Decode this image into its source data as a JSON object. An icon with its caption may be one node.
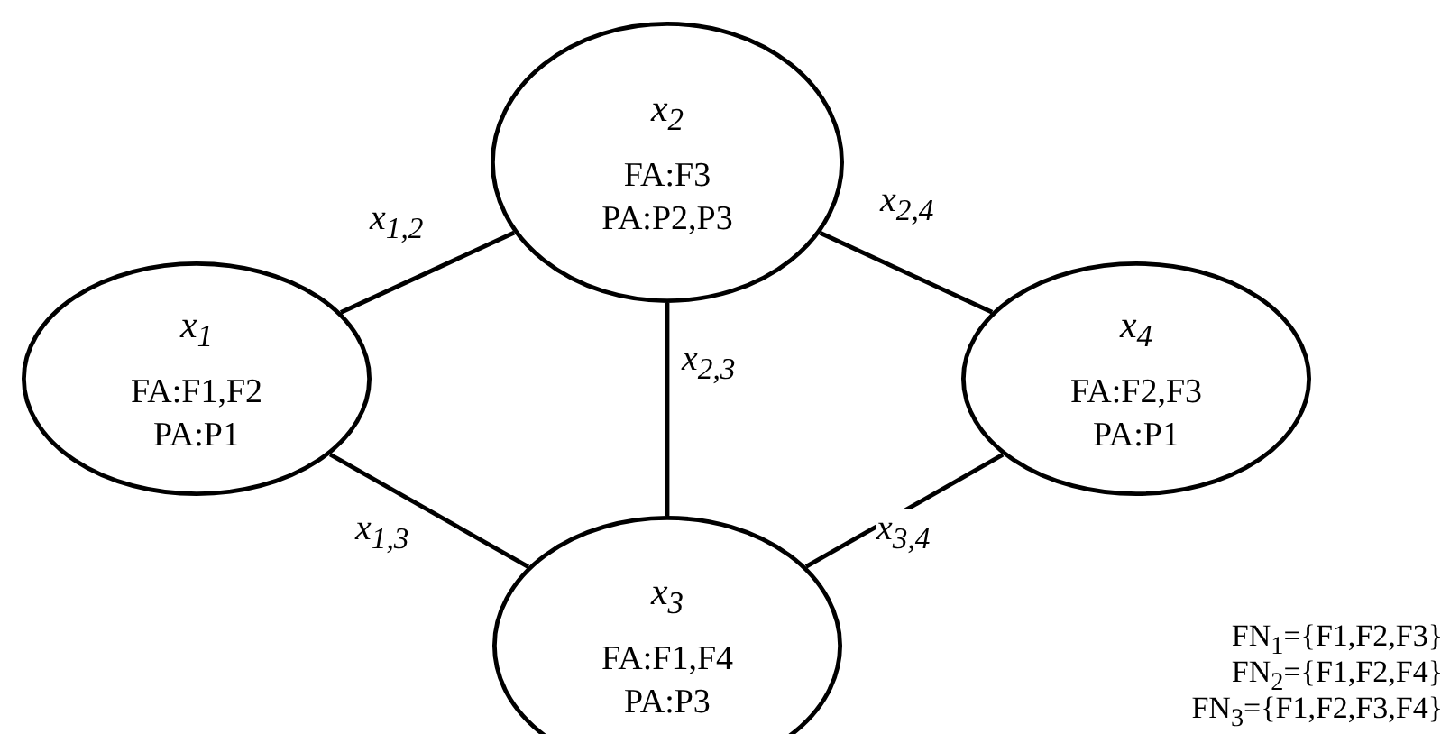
{
  "diagram": {
    "nodes": [
      {
        "text": [
          "x$_{1}$",
          "FA:F1,F2",
          "PA:P1"
        ]
      },
      {
        "text": [
          "x$_{2}$",
          "FA:F3",
          "PA:P2,P3"
        ]
      },
      {
        "text": [
          "x$_{3}$",
          "FA:F1,F4",
          "PA:P3"
        ]
      },
      {
        "text": [
          "x$_{4}$",
          "FA:F2,F3",
          "PA:P1"
        ]
      }
    ],
    "edges": [
      {
        "from": 0,
        "to": 1,
        "arrow": "none",
        "label": "x$_{1,2}$"
      },
      {
        "from": 1,
        "to": 3,
        "arrow": "none",
        "label": "x$_{2,4}$"
      },
      {
        "from": 1,
        "to": 2,
        "arrow": "none",
        "label": "x$_{2,3}$"
      },
      {
        "from": 0,
        "to": 2,
        "arrow": "none",
        "label": "x$_{1,3}$"
      },
      {
        "from": 2,
        "to": 3,
        "arrow": "none",
        "label": "x$_{3,4}$"
      }
    ],
    "labels": [
      "FN$_{1}$={F1,F2,F3}",
      "FN$_{2}$={F1,F2,F4}",
      "FN$_{3}$={F1,F2,F3,F4}"
    ]
  }
}
